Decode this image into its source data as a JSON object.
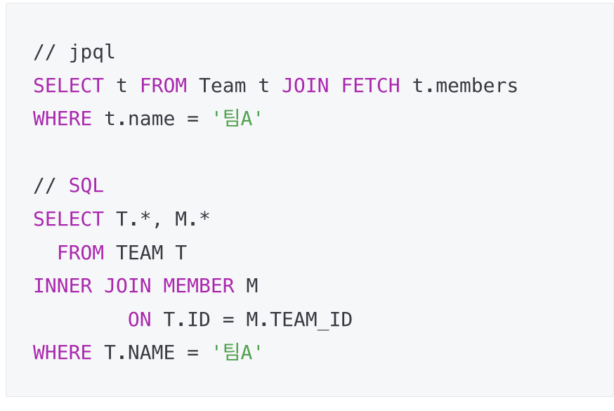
{
  "colors": {
    "page_background": "#ffffff",
    "code_background": "#f6f7f8",
    "code_border": "#e6e8ea",
    "text": "#383a42",
    "keyword": "#aa27ae",
    "string": "#50a14f"
  },
  "code_block": {
    "language": "sql",
    "lines": [
      [
        {
          "t": "// jpql",
          "c": "plain"
        }
      ],
      [
        {
          "t": "SELECT",
          "c": "keyword"
        },
        {
          "t": " t ",
          "c": "plain"
        },
        {
          "t": "FROM",
          "c": "keyword"
        },
        {
          "t": " Team t ",
          "c": "plain"
        },
        {
          "t": "JOIN",
          "c": "keyword"
        },
        {
          "t": " ",
          "c": "plain"
        },
        {
          "t": "FETCH",
          "c": "keyword"
        },
        {
          "t": " t",
          "c": "plain"
        },
        {
          "t": ".",
          "c": "operator"
        },
        {
          "t": "members",
          "c": "plain"
        }
      ],
      [
        {
          "t": "WHERE",
          "c": "keyword"
        },
        {
          "t": " t",
          "c": "plain"
        },
        {
          "t": ".",
          "c": "operator"
        },
        {
          "t": "name = ",
          "c": "plain"
        },
        {
          "t": "'팀A'",
          "c": "string"
        }
      ],
      [],
      [
        {
          "t": "// ",
          "c": "plain"
        },
        {
          "t": "SQL",
          "c": "keyword"
        }
      ],
      [
        {
          "t": "SELECT",
          "c": "keyword"
        },
        {
          "t": " T",
          "c": "plain"
        },
        {
          "t": ".",
          "c": "operator"
        },
        {
          "t": "*, M",
          "c": "plain"
        },
        {
          "t": ".",
          "c": "operator"
        },
        {
          "t": "*",
          "c": "plain"
        }
      ],
      [
        {
          "t": "  ",
          "c": "plain"
        },
        {
          "t": "FROM",
          "c": "keyword"
        },
        {
          "t": " TEAM T",
          "c": "plain"
        }
      ],
      [
        {
          "t": "INNER",
          "c": "keyword"
        },
        {
          "t": " ",
          "c": "plain"
        },
        {
          "t": "JOIN",
          "c": "keyword"
        },
        {
          "t": " ",
          "c": "plain"
        },
        {
          "t": "MEMBER",
          "c": "keyword"
        },
        {
          "t": " M",
          "c": "plain"
        }
      ],
      [
        {
          "t": "        ",
          "c": "plain"
        },
        {
          "t": "ON",
          "c": "keyword"
        },
        {
          "t": " T",
          "c": "plain"
        },
        {
          "t": ".",
          "c": "operator"
        },
        {
          "t": "ID = M",
          "c": "plain"
        },
        {
          "t": ".",
          "c": "operator"
        },
        {
          "t": "TEAM_ID",
          "c": "plain"
        }
      ],
      [
        {
          "t": "WHERE",
          "c": "keyword"
        },
        {
          "t": " T",
          "c": "plain"
        },
        {
          "t": ".",
          "c": "operator"
        },
        {
          "t": "NAME = ",
          "c": "plain"
        },
        {
          "t": "'팀A'",
          "c": "string"
        }
      ]
    ]
  }
}
